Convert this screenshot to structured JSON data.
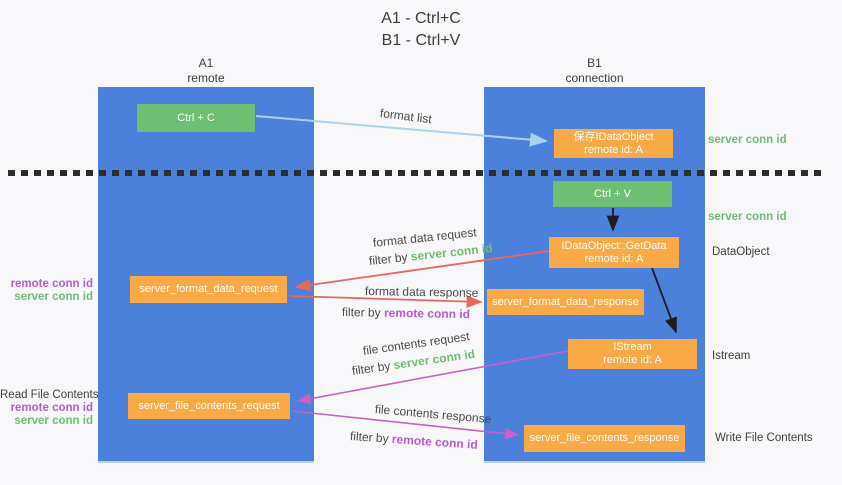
{
  "title": {
    "line1": "A1 - Ctrl+C",
    "line2": "B1 - Ctrl+V"
  },
  "columns": {
    "left": {
      "name": "A1",
      "subtitle": "remote"
    },
    "right": {
      "name": "B1",
      "subtitle": "connection"
    }
  },
  "nodes": {
    "ctrl_c": "Ctrl + C",
    "ctrl_v": "Ctrl + V",
    "save_idataobject": {
      "line1": "保存IDataObject",
      "line2": "remote id: A"
    },
    "getdata": {
      "line1": "IDataObject::GetData",
      "line2": "remote id: A"
    },
    "istream": {
      "line1": "IStream",
      "line2": "remote id: A"
    },
    "format_request": "server_format_data_request",
    "format_response": "server_format_data_response",
    "file_request": "server_file_contents_request",
    "file_response": "server_file_contents_response"
  },
  "arrow_labels": {
    "format_list": "format list",
    "format_data_request": "format data request",
    "format_data_response": "format data response",
    "file_contents_request": "file contents request",
    "file_contents_response": "file contents response",
    "filter_by": "filter by",
    "server_conn_id": "server conn id",
    "remote_conn_id": "remote conn id"
  },
  "annotations": {
    "right": {
      "server_conn_id_top": "server conn id",
      "server_conn_id_mid": "server conn id",
      "dataobject": "DataObject",
      "istream": "Istream",
      "write_file_contents": "Write File Contents"
    },
    "left": {
      "remote_conn_id_mid": "remote conn id",
      "server_conn_id_mid": "server conn id",
      "read_file_contents": "Read File Contents",
      "remote_conn_id_bottom": "remote conn id",
      "server_conn_id_bottom": "server conn id"
    }
  },
  "colors": {
    "column_blue": "#4b81da",
    "node_green": "#6ebf72",
    "node_orange": "#f9a945",
    "label_green": "#6cc06f",
    "label_purple": "#b85bce",
    "arrow_salmon": "#e8685c",
    "arrow_magenta": "#cb5fc8",
    "arrow_lightblue": "#a9d2ee",
    "arrow_black": "#1c1c1c",
    "dash_line": "#2e2e2e",
    "background": "#f8f8fa"
  }
}
